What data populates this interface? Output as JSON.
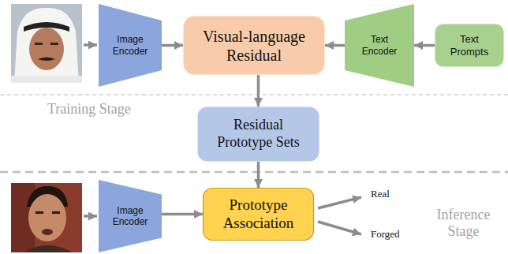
{
  "diagram": {
    "nodes": [
      {
        "text": [
          "Image Encoder"
        ]
      },
      {
        "text": [
          "Visual-language Residual"
        ]
      },
      {
        "text": [
          "Text Encoder"
        ]
      },
      {
        "text": [
          "Text Prompts"
        ]
      },
      {
        "text": [
          "Residual Prototype Sets"
        ]
      },
      {
        "text": [
          "Image Encoder"
        ]
      },
      {
        "text": [
          "Prototype Association"
        ]
      }
    ],
    "edges": [
      {
        "from": 0,
        "to": 1,
        "arrow": "to"
      },
      {
        "from": 2,
        "to": 1,
        "arrow": "to"
      },
      {
        "from": 3,
        "to": 2,
        "arrow": "to"
      },
      {
        "from": 1,
        "to": 4,
        "arrow": "to"
      },
      {
        "from": 4,
        "to": 6,
        "arrow": "to"
      },
      {
        "from": 5,
        "to": 6,
        "arrow": "to"
      }
    ],
    "labels": [
      "Training Stage",
      "Real",
      "Forged",
      "Inference Stage"
    ]
  }
}
